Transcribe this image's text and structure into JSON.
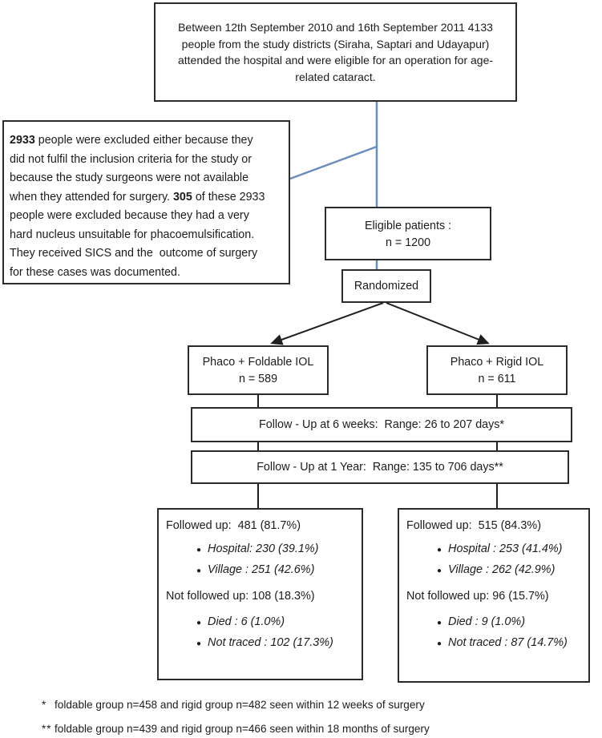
{
  "colors": {
    "connector_blue": "#6b8cbe",
    "connector_black": "#1f1f1f"
  },
  "top_box": {
    "lines": [
      "Between 12th September 2010 and 16th September 2011 4133",
      "people from the study districts (Siraha, Saptari and Udayapur)",
      "attended the hospital and were eligible for an operation for age-",
      "related cataract."
    ]
  },
  "exclusion_box": {
    "lines": [
      [
        {
          "b": "2933"
        },
        {
          "t": " people were excluded either because they"
        }
      ],
      [
        {
          "t": "did not fulfil the inclusion criteria for the study or"
        }
      ],
      [
        {
          "t": "because the study surgeons were not available"
        }
      ],
      [
        {
          "t": "when they attended for surgery. "
        },
        {
          "b": "305"
        },
        {
          "t": " of these 2933"
        }
      ],
      [
        {
          "t": "people were excluded because they had a very"
        }
      ],
      [
        {
          "t": "hard nucleus unsuitable for phacoemulsification."
        }
      ],
      [
        {
          "t": "They received SICS and the  outcome of surgery"
        }
      ],
      [
        {
          "t": "for these cases was documented."
        }
      ]
    ]
  },
  "eligible_box": {
    "line1": "Eligible patients :",
    "line2": "n = 1200"
  },
  "randomized_label": "Randomized",
  "arm_left": {
    "line1": "Phaco + Foldable IOL",
    "line2": "n = 589"
  },
  "arm_right": {
    "line1": "Phaco + Rigid IOL",
    "line2": "n = 611"
  },
  "followup_6w": "Follow - Up at 6 weeks:  Range: 26 to 207 days*",
  "followup_1y": "Follow - Up at 1 Year:  Range: 135 to 706 days**",
  "outcome_left": {
    "followed_label": "Followed up:  481 (81.7%)",
    "followed_items": [
      "Hospital: 230 (39.1%)",
      "Village : 251 (42.6%)"
    ],
    "not_followed_label": "Not followed up: 108 (18.3%)",
    "not_followed_items": [
      "Died : 6 (1.0%)",
      "Not traced : 102 (17.3%)"
    ]
  },
  "outcome_right": {
    "followed_label": "Followed up:  515 (84.3%)",
    "followed_items": [
      "Hospital : 253 (41.4%)",
      "Village : 262 (42.9%)"
    ],
    "not_followed_label": "Not followed up: 96 (15.7%)",
    "not_followed_items": [
      "Died : 9 (1.0%)",
      "Not traced : 87 (14.7%)"
    ]
  },
  "footnotes": [
    {
      "marker": "*",
      "text": "foldable group n=458 and rigid group n=482 seen within 12 weeks of surgery"
    },
    {
      "marker": "**",
      "text": "foldable group n=439 and rigid group n=466 seen within 18 months of surgery"
    }
  ]
}
